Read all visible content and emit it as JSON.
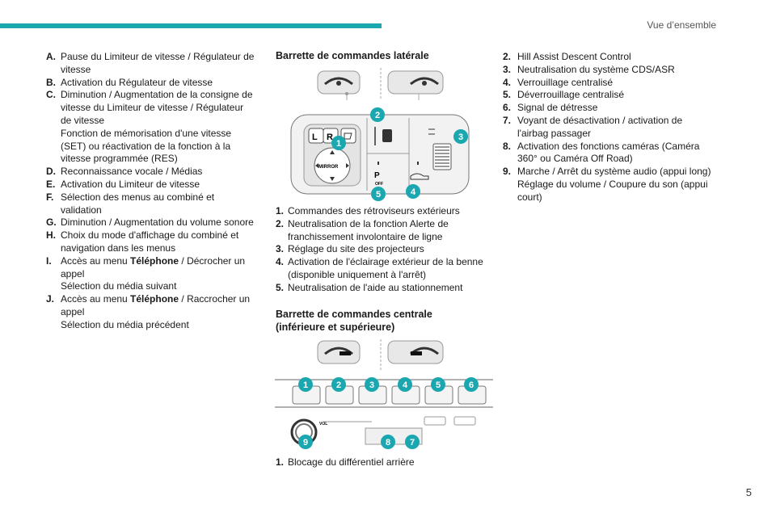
{
  "header": {
    "section_title": "Vue d’ensemble"
  },
  "page_number": "5",
  "steering_list": [
    {
      "key": "A.",
      "lines": [
        "Pause du Limiteur de vitesse / Régulateur de",
        "vitesse"
      ]
    },
    {
      "key": "B.",
      "lines": [
        "Activation du Régulateur de vitesse"
      ]
    },
    {
      "key": "C.",
      "lines": [
        "Diminution / Augmentation de la consigne de",
        "vitesse du Limiteur de vitesse / Régulateur",
        "de vitesse",
        "Fonction de mémorisation d'une vitesse",
        "(SET) ou réactivation de la fonction à la",
        "vitesse programmée (RES)"
      ]
    },
    {
      "key": "D.",
      "lines": [
        "Reconnaissance vocale / Médias"
      ]
    },
    {
      "key": "E.",
      "lines": [
        "Activation du Limiteur de vitesse"
      ]
    },
    {
      "key": "F.",
      "lines": [
        "Sélection des menus au combiné et",
        "validation"
      ]
    },
    {
      "key": "G.",
      "lines": [
        "Diminution / Augmentation du volume sonore"
      ]
    },
    {
      "key": "H.",
      "lines": [
        " Choix du mode d'affichage du combiné et",
        "navigation dans les menus"
      ]
    }
  ],
  "item_i": {
    "key": "I.",
    "prefix": "Accès au menu ",
    "bold": "Téléphone",
    "suffix": " / Décrocher un",
    "lines": [
      "appel",
      "Sélection du média suivant"
    ]
  },
  "item_j": {
    "key": "J.",
    "prefix": "Accès au menu ",
    "bold": "Téléphone",
    "suffix": " / Raccrocher un",
    "lines": [
      "appel",
      "Sélection du média précédent"
    ]
  },
  "lateral": {
    "title": "Barrette de commandes latérale",
    "items": [
      {
        "key": "1.",
        "lines": [
          "Commandes des rétroviseurs extérieurs"
        ]
      },
      {
        "key": "2.",
        "lines": [
          "Neutralisation de la fonction Alerte de",
          "franchissement involontaire de ligne"
        ]
      },
      {
        "key": "3.",
        "lines": [
          "Réglage du site des projecteurs"
        ]
      },
      {
        "key": "4.",
        "lines": [
          "Activation de l'éclairage extérieur de la benne",
          "(disponible uniquement à l'arrêt)"
        ]
      },
      {
        "key": "5.",
        "lines": [
          "Neutralisation de l'aide au stationnement"
        ]
      }
    ],
    "panel": {
      "l": "L",
      "r": "R",
      "mirror": "MIRROR",
      "p_off": "OFF"
    },
    "badges": [
      "1",
      "2",
      "3",
      "4",
      "5"
    ]
  },
  "central": {
    "title_lines": [
      "Barrette de commandes centrale",
      "(inférieure et supérieure)"
    ],
    "items": [
      {
        "key": "1.",
        "lines": [
          "Blocage du différentiel arrière"
        ]
      }
    ],
    "badges_top": [
      "1",
      "2",
      "3",
      "4",
      "5",
      "6"
    ],
    "badges_bottom": [
      "9",
      "8",
      "7"
    ],
    "vol_label": "VOL"
  },
  "right_list": [
    {
      "key": "2.",
      "lines": [
        "Hill Assist Descent Control"
      ]
    },
    {
      "key": "3.",
      "lines": [
        "Neutralisation du système CDS/ASR"
      ]
    },
    {
      "key": "4.",
      "lines": [
        "Verrouillage centralisé"
      ]
    },
    {
      "key": "5.",
      "lines": [
        "Déverrouillage centralisé"
      ]
    },
    {
      "key": "6.",
      "lines": [
        "Signal de détresse"
      ]
    },
    {
      "key": "7.",
      "lines": [
        "Voyant de désactivation / activation de",
        "l'airbag passager"
      ]
    },
    {
      "key": "8.",
      "lines": [
        "Activation des fonctions caméras (Caméra",
        "360° ou Caméra Off Road)"
      ]
    },
    {
      "key": "9.",
      "lines": [
        "Marche / Arrêt du système audio (appui long)",
        "Réglage du volume / Coupure du son (appui",
        "court)"
      ]
    }
  ],
  "colors": {
    "accent": "#1aa7b0"
  }
}
